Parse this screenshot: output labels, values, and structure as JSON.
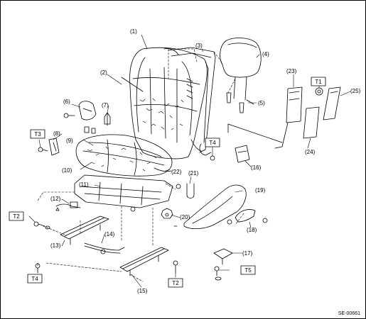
{
  "figure_code": "SE-00661",
  "callouts": [
    "(1)",
    "(2)",
    "(3)",
    "(4)",
    "(5)",
    "(6)",
    "(7)",
    "(8)",
    "(9)",
    "(10)",
    "(11)",
    "(12)",
    "(13)",
    "(14)",
    "(15)",
    "(16)",
    "(17)",
    "(18)",
    "(19)",
    "(20)",
    "(21)",
    "(22)",
    "(23)",
    "(24)",
    "(25)"
  ],
  "torque_labels": {
    "t1": "T1",
    "t2": "T2",
    "t3": "T3",
    "t4": "T4",
    "t5": "T5"
  }
}
